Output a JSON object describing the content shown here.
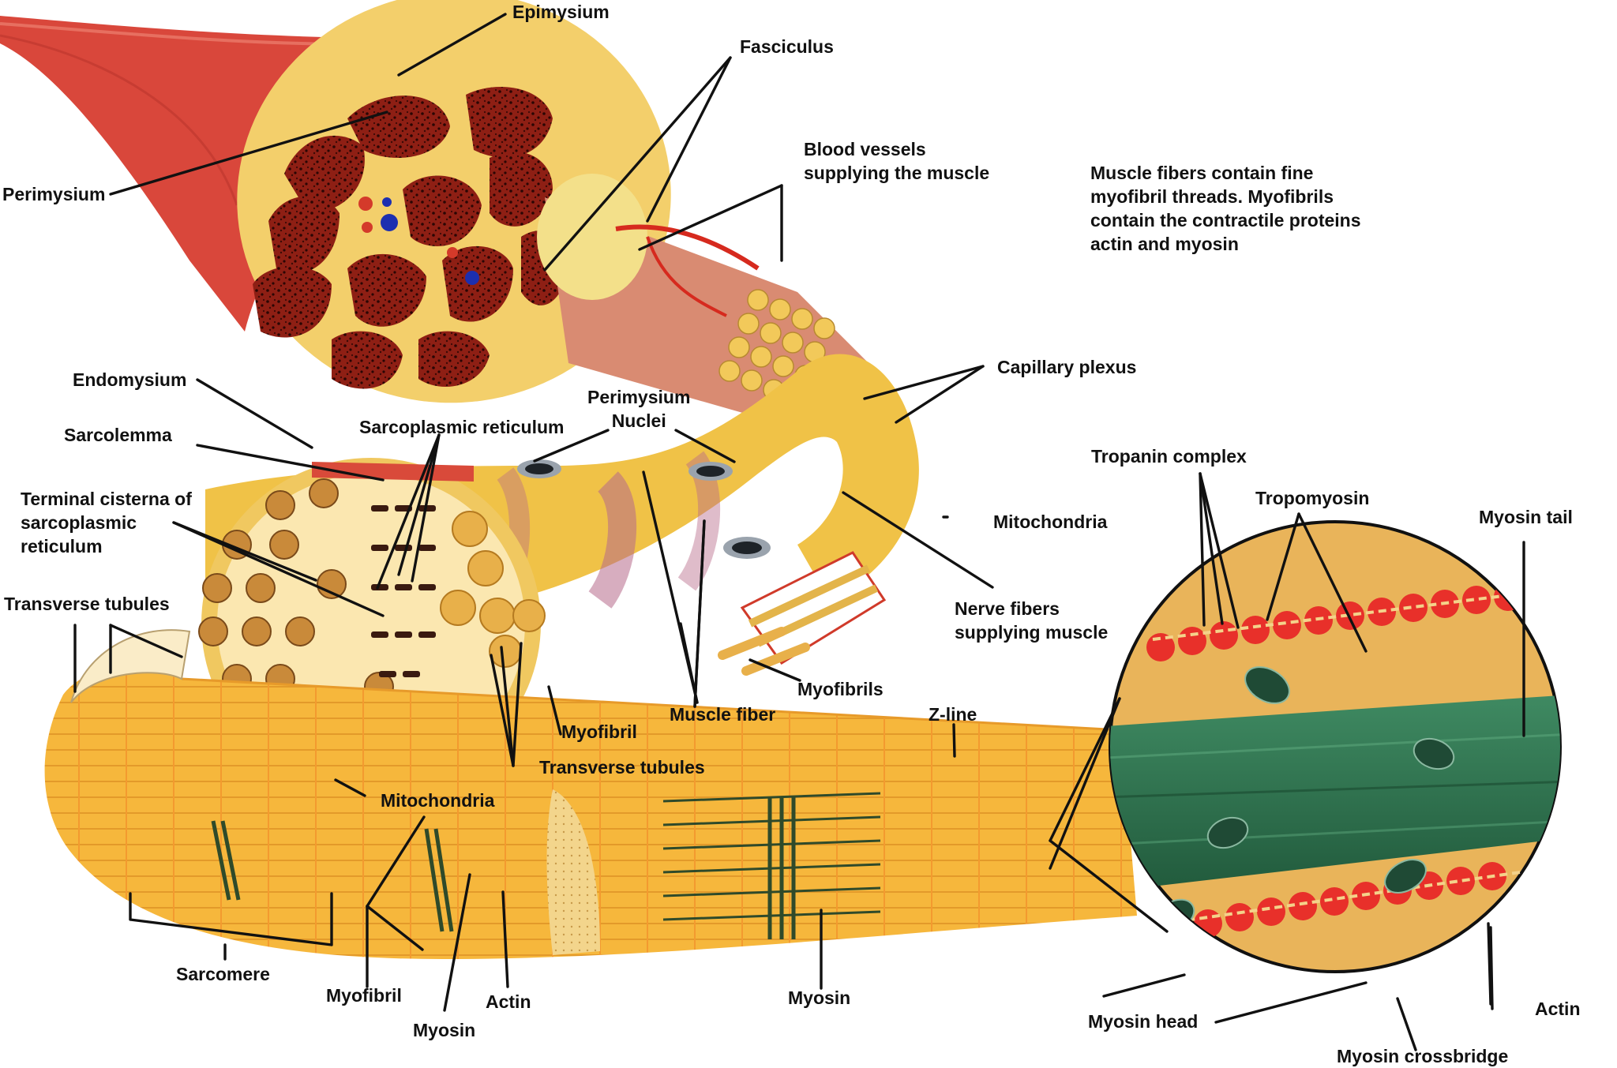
{
  "labels": {
    "epimysium": "Epimysium",
    "fasciculus": "Fasciculus",
    "perimysium": "Perimysium",
    "blood_vessels": "Blood vessels\nsupplying the muscle",
    "note": "Muscle fibers contain fine\nmyofibril threads. Myofibrils\ncontain the contractile proteins\nactin and myosin",
    "capillary_plexus": "Capillary plexus",
    "endomysium": "Endomysium",
    "perimysium_nuclei": "Perimysium\nNuclei",
    "sarcolemma": "Sarcolemma",
    "sarcoplasmic_reticulum": "Sarcoplasmic reticulum",
    "tropanin_complex": "Tropanin complex",
    "terminal_cisterna": "Terminal cisterna of\nsarcoplasmic\nreticulum",
    "tropomyosin": "Tropomyosin",
    "mitochondria_top": "Mitochondria",
    "myosin_tail": "Myosin tail",
    "transverse_tubules_left": "Transverse tubules",
    "nerve_fibers": "Nerve fibers\nsupplying muscle",
    "myofibrils": "Myofibrils",
    "myofibril_mid": "Myofibril",
    "muscle_fiber": "Muscle fiber",
    "z_line": "Z-line",
    "transverse_tubules_mid": "Transverse tubules",
    "mitochondria_bottom": "Mitochondria",
    "sarcomere": "Sarcomere",
    "myofibril_bottom": "Myofibril",
    "actin_bottom": "Actin",
    "myosin_bottom": "Myosin",
    "myosin_center": "Myosin",
    "myosin_head": "Myosin head",
    "actin_right": "Actin",
    "myosin_crossbridge": "Myosin crossbridge"
  },
  "colors": {
    "muscle_red": "#d9473b",
    "fascicle_dark": "#8e1f14",
    "connective_tissue": "#f3cf6b",
    "fiber_yellow": "#f5b43a",
    "myosin_green": "#2f6b4c",
    "actin_red": "#e8302a",
    "inset_bg": "#e9b45a"
  }
}
